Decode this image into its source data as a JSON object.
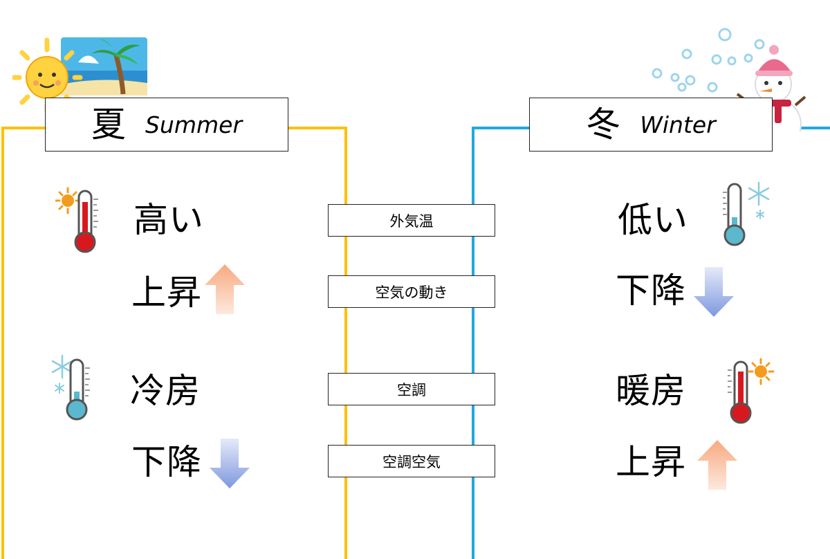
{
  "summer": {
    "title_kanji": "夏",
    "title_en": "Summer",
    "outside_temp": "高い",
    "air_movement": "上昇",
    "ac_mode": "冷房",
    "ac_air": "下降"
  },
  "winter": {
    "title_kanji": "冬",
    "title_en": "Winter",
    "outside_temp": "低い",
    "air_movement": "下降",
    "ac_mode": "暖房",
    "ac_air": "上昇"
  },
  "categories": {
    "outside_temp": "外気温",
    "air_movement": "空気の動き",
    "ac": "空調",
    "ac_air": "空調空気"
  },
  "colors": {
    "summer_border": "#FFC000",
    "winter_border": "#1FA9E1",
    "up_arrow": "#F9B28E",
    "down_arrow": "#7E98DF",
    "hot_thermo": "#D7191F",
    "cold_thermo": "#5BB8CF"
  }
}
